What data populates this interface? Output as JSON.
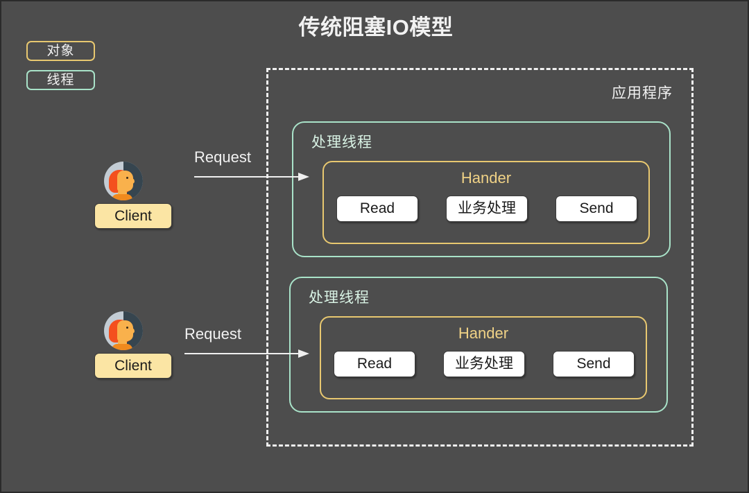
{
  "page": {
    "title": "传统阻塞IO模型",
    "background_color": "#4d4d4d"
  },
  "legend": {
    "items": [
      {
        "label": "对象",
        "color": "#e8c870",
        "meaning": "object"
      },
      {
        "label": "线程",
        "color": "#a9e3c9",
        "meaning": "thread"
      }
    ]
  },
  "application": {
    "label": "应用程序",
    "border_style": "dashed",
    "border_color": "#f0f0f0"
  },
  "threads": [
    {
      "label": "处理线程",
      "color": "#a9e3c9",
      "handler": {
        "label": "Hander",
        "color": "#e8c870",
        "steps": [
          "Read",
          "业务处理",
          "Send"
        ]
      }
    },
    {
      "label": "处理线程",
      "color": "#a9e3c9",
      "handler": {
        "label": "Hander",
        "color": "#e8c870",
        "steps": [
          "Read",
          "业务处理",
          "Send"
        ]
      }
    }
  ],
  "clients": [
    {
      "label": "Client",
      "chip_color": "#fbe5a4",
      "request_label": "Request"
    },
    {
      "label": "Client",
      "chip_color": "#fbe5a4",
      "request_label": "Request"
    }
  ]
}
